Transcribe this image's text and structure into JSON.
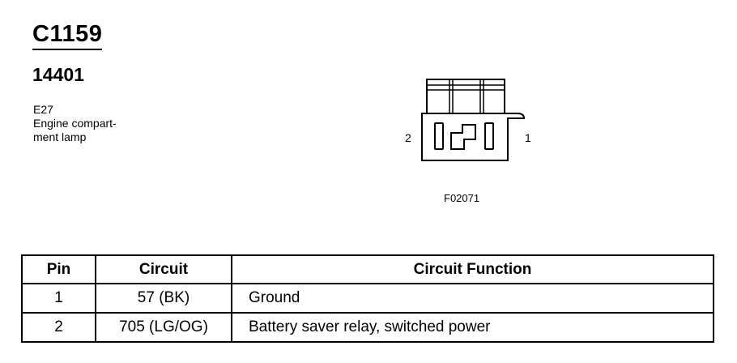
{
  "connector": {
    "id": "C1159",
    "part_number": "14401",
    "description_lines": [
      "E27",
      "Engine compart-",
      "ment lamp"
    ],
    "pin_labels": {
      "left": "2",
      "right": "1"
    },
    "figure_code": "F02071"
  },
  "table": {
    "headers": [
      "Pin",
      "Circuit",
      "Circuit Function"
    ],
    "rows": [
      {
        "pin": "1",
        "circuit": "57 (BK)",
        "function": "Ground"
      },
      {
        "pin": "2",
        "circuit": "705 (LG/OG)",
        "function": "Battery saver relay, switched power"
      }
    ]
  }
}
